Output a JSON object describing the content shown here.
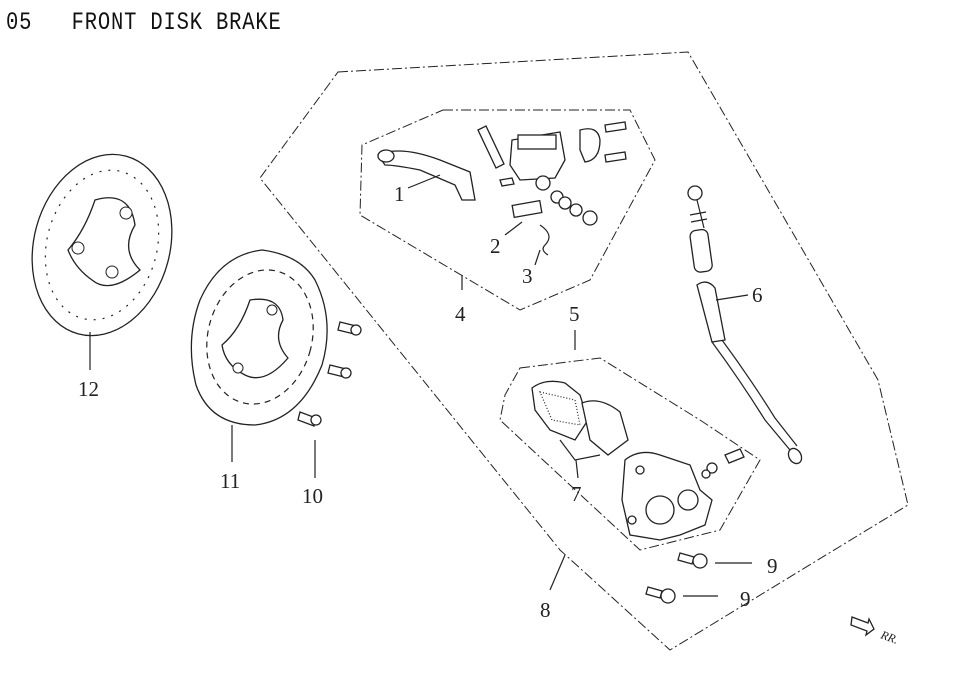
{
  "title": "05   FRONT DISK BRAKE",
  "callouts": {
    "p1": "1",
    "p2": "2",
    "p3": "3",
    "p4": "4",
    "p5": "5",
    "p6": "6",
    "p7": "7",
    "p8": "8",
    "p9a": "9",
    "p9b": "9",
    "p10": "10",
    "p11": "11",
    "p12": "12"
  },
  "direction_marker": {
    "label": "RR.",
    "icon": "arrow-right-icon"
  }
}
